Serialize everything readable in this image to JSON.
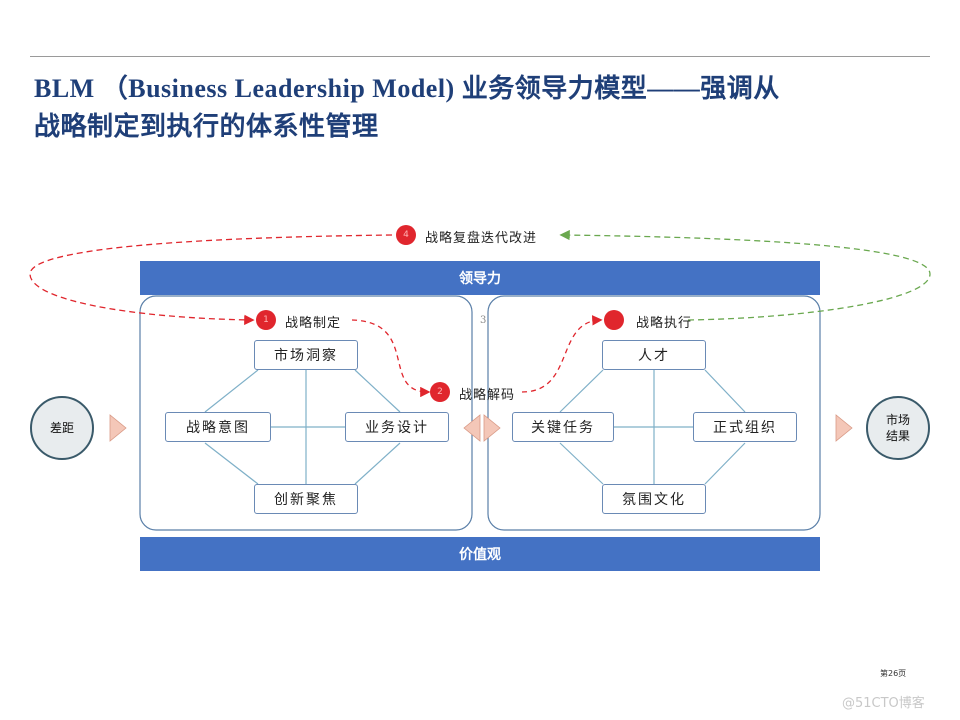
{
  "title": {
    "line1": "BLM （Business Leadership Model) 业务领导力模型——强调从",
    "line2": "战略制定到执行的体系性管理"
  },
  "bands": {
    "top": "领导力",
    "bottom": "价值观"
  },
  "steps": {
    "s1": {
      "badge": "1",
      "label": "战略制定"
    },
    "s2": {
      "badge": "2",
      "label": "战略解码"
    },
    "s3": {
      "badge": "3"
    },
    "s4": {
      "badge": "4",
      "label": "战略复盘迭代改进"
    },
    "s5": {
      "label": "战略执行"
    }
  },
  "strategy_nodes": {
    "top": "市场洞察",
    "left": "战略意图",
    "right": "业务设计",
    "bottom": "创新聚焦"
  },
  "execution_nodes": {
    "top": "人才",
    "left": "关键任务",
    "right": "正式组织",
    "bottom": "氛围文化"
  },
  "input_node": "差距",
  "output_node": {
    "line1": "市场",
    "line2": "结果"
  },
  "page_number": "第26页",
  "watermark": "@51CTO博客",
  "colors": {
    "title": "#1f3f78",
    "band": "#4472c4",
    "badge": "#e0262d",
    "feedback_red": "#e0262d",
    "feedback_green": "#6aa84f",
    "panel_border": "#5a7fa8",
    "connector": "#7fb0c8",
    "arrow_fill": "#f4c7b8"
  }
}
